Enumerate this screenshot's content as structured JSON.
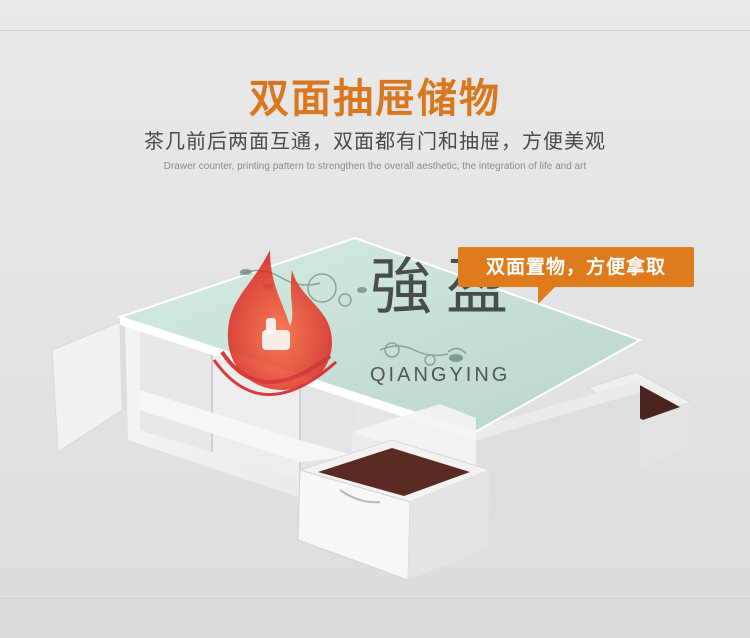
{
  "headline": "双面抽屉储物",
  "subheadline": "茶几前后两面互通，双面都有门和抽屉，方便美观",
  "caption": "Drawer counter, printing pattern to strengthen the overall aesthetic, the integration of life and art",
  "callout": {
    "text": "双面置物，方便拿取",
    "color": "#e07b1d"
  },
  "watermark": {
    "cjk": "強盈",
    "latin": "QIANGYING",
    "logo": "flame-thumbs-up-logo"
  },
  "colors": {
    "headline": "#d9771e",
    "glass_top": "#c9e1d6",
    "drawer_interior": "#5a2b25",
    "body": "#f4f4f4"
  }
}
